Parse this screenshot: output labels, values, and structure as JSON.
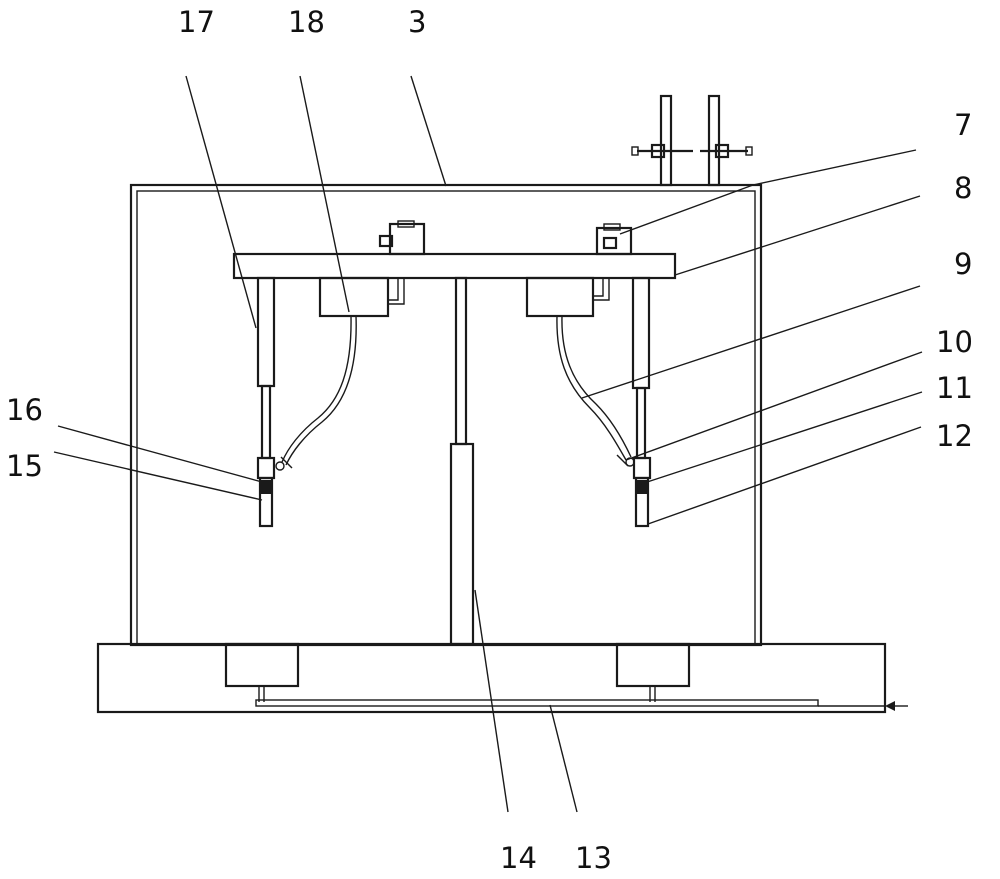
{
  "labels": {
    "l3": "3",
    "l7": "7",
    "l8": "8",
    "l9": "9",
    "l10": "10",
    "l11": "11",
    "l12": "12",
    "l13": "13",
    "l14": "14",
    "l15": "15",
    "l16": "16",
    "l17": "17",
    "l18": "18"
  }
}
